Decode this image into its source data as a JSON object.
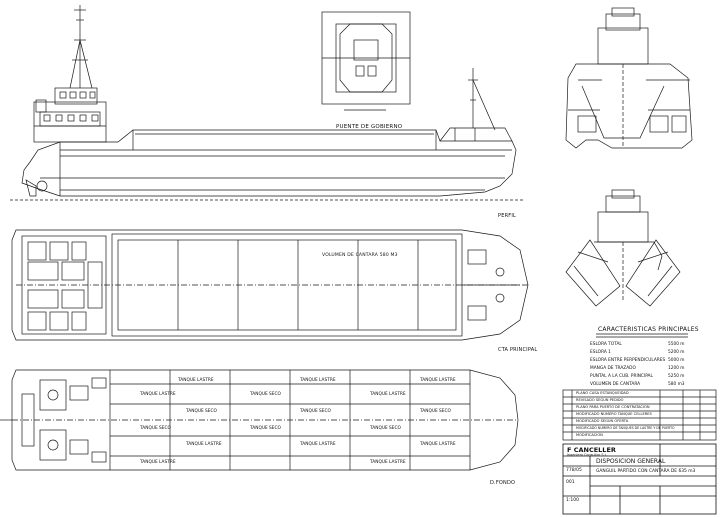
{
  "views": {
    "bridge": "PUENTE DE GOBIERNO",
    "profile": "PERFIL",
    "main_deck": "CTA PRINCIPAL",
    "bottom": "D.FONDO",
    "hopper_volume": "VOLUMEN DE CANTARA  580 M3"
  },
  "bottom_tanks": {
    "lastre": "TANQUE LASTRE",
    "seco": "TANQUE SECO"
  },
  "characteristics": {
    "title": "CARACTERISTICAS PRINCIPALES",
    "rows": [
      {
        "label": "ESLORA TOTAL",
        "value": "5500 m"
      },
      {
        "label": "ESLORA 1",
        "value": "5200 m"
      },
      {
        "label": "ESLORA ENTRE PERPENDICULARES",
        "value": "5000 m"
      },
      {
        "label": "MANGA DE TRAZADO",
        "value": "1200 m"
      },
      {
        "label": "PUNTAL A LA CUB. PRINCIPAL",
        "value": "5250 m"
      },
      {
        "label": "VOLUMEN DE CANTARA",
        "value": "580 m3"
      }
    ]
  },
  "revisions": [
    "PLANO CASA ESTANQUEIDAD",
    "REVISADO SEGUN PEDIDO",
    "PLANO PARA PUERTO DE CONTRATACION",
    "MODIFICADO NUMERO TANQUE CELLERES",
    "MODIFICADO SEGUN OFERTA",
    "MODIFICADO NUMERO DE TANQUES DE LASTRE Y DE PUERTO",
    "MODIFICACION"
  ],
  "title_block": {
    "company": "F CANCELLER",
    "company_sub": "Ingeniero Consultor S.L.",
    "drawing_title": "DISPOSICION GENERAL",
    "subtitle": "GANGUIL PARTIDO CON CANTARA DE 635 m3",
    "project": "778/05",
    "plan_no": "001",
    "scale": "1:100"
  }
}
